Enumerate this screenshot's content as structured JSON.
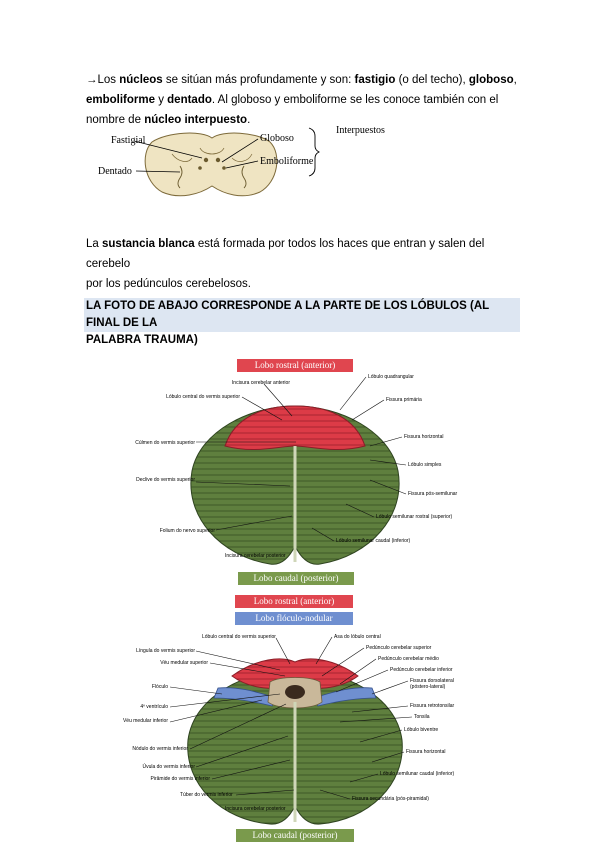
{
  "text": {
    "nuclei_arrow": "→",
    "nuclei_p1": "Los ",
    "nuclei_b1": "núcleos",
    "nuclei_p2": " se sitúan más profundamente y son: ",
    "nuclei_b2": "fastigio",
    "nuclei_p3": " (o del techo), ",
    "nuclei_b3": "globoso",
    "nuclei_p4": ",",
    "nuclei_b4": "emboliforme",
    "nuclei_p5": " y ",
    "nuclei_b5": "dentado",
    "nuclei_p6": ". Al globoso y emboliforme se les conoce también con el",
    "nuclei_p7": "nombre de ",
    "nuclei_b6": "núcleo interpuesto",
    "nuclei_p8": ".",
    "white_p1": "La ",
    "white_b1": "sustancia blanca",
    "white_p2": " está formada por todos los haces que entran y salen del cerebelo",
    "white_p3": "por los pedúnculos cerebelosos.",
    "banner_line1": "LA FOTO DE ABAJO CORRESPONDE A LA PARTE DE LOS LÓBULOS (AL FINAL DE LA",
    "banner_line2": "PALABRA TRAUMA)"
  },
  "nuclei_diagram": {
    "fastigial": "Fastigial",
    "globoso": "Globoso",
    "interpuestos": "Interpuestos",
    "emboliforme": "Emboliforme",
    "dentado": "Dentado"
  },
  "figure_top": {
    "tag_top": "Lobo rostral (anterior)",
    "tag_bottom": "Lobo caudal (posterior)",
    "labels_left": [
      "Incisura cerebelar anterior",
      "Lóbulo central do vermis superior",
      "Cúlmen do vermis superior",
      "Declive do vermis superior",
      "Folium do nervo superior",
      "Incisura cerebelar posterior"
    ],
    "labels_right": [
      "Lóbulo quadrangular",
      "Fissura primária",
      "Fissura horizontal",
      "Lóbulo simples",
      "Fissura pós-semilunar",
      "Lóbulo semilunar rostral (superior)",
      "Lóbulo semilunar caudal (inferior)"
    ]
  },
  "figure_bottom": {
    "tag_top": "Lobo rostral (anterior)",
    "tag_middle": "Lobo flóculo-nodular",
    "tag_bottom": "Lobo caudal (posterior)",
    "labels_left": [
      "Lóbulo central do vermis superior",
      "Língula do vermis superior",
      "Véu medular superior",
      "Flóculo",
      "4º ventrículo",
      "Véu medular inferior",
      "Nódulo do vermis inferior",
      "Úvula do vermis inferior",
      "Pirâmide do vermis inferior",
      "Túber do vermis inferior",
      "Incisura cerebelar posterior"
    ],
    "labels_right": [
      "Asa do lóbulo central",
      "Pedúnculo cerebelar superior",
      "Pedúnculo cerebelar médio",
      "Pedúnculo cerebelar inferior",
      "Fissura dorsolateral (póstero-lateral)",
      "Fissura retrotonsilar",
      "Tonsila",
      "Lóbulo biventre",
      "Fissura horizontal",
      "Lóbulo semilunar caudal (inferior)",
      "Fissura secundária (pós-piramidal)"
    ]
  },
  "colors": {
    "rostral": "#e0464f",
    "caudal": "#7a9a4c",
    "flocculonodular": "#6f8fd0",
    "banner": "#dde6f2",
    "tissue_green": "#5b7a3c",
    "tissue_red": "#d93a45"
  }
}
